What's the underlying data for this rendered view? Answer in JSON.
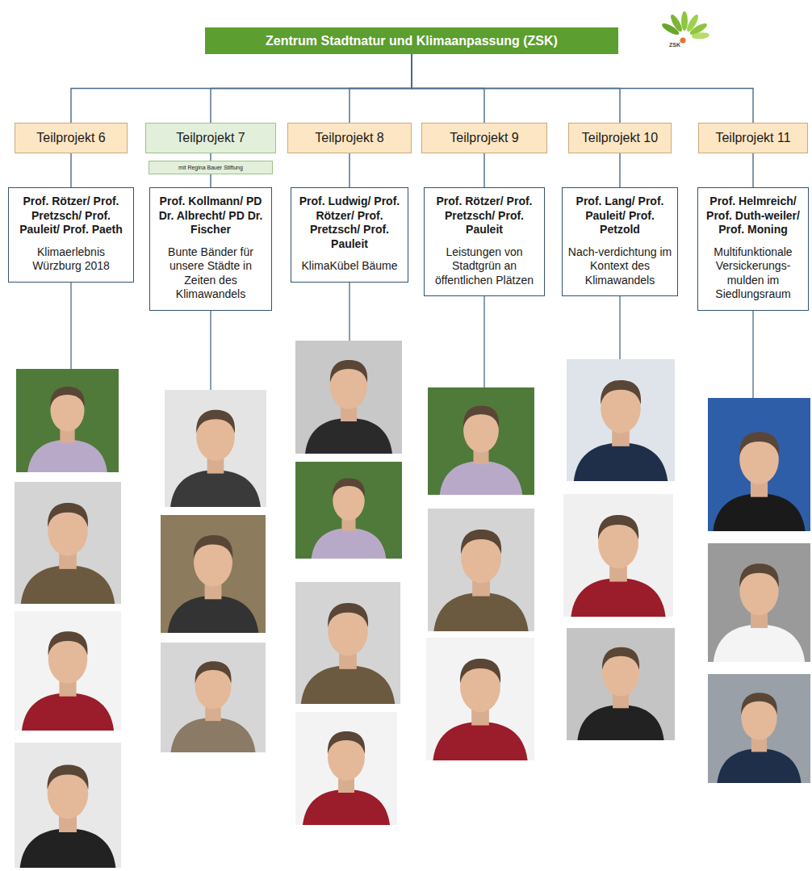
{
  "diagram": {
    "nodes": [
      {
        "text": [
          "Zentrum Stadtnatur und Klimaanpassung (ZSK)"
        ]
      },
      {
        "text": [
          "Teilprojekt 6"
        ]
      },
      {
        "text": [
          "Teilprojekt 7"
        ]
      },
      {
        "text": [
          "mit Regina Bauer Stiftung"
        ]
      },
      {
        "text": [
          "Teilprojekt 8"
        ]
      },
      {
        "text": [
          "Teilprojekt 9"
        ]
      },
      {
        "text": [
          "Teilprojekt 10"
        ]
      },
      {
        "text": [
          "Teilprojekt 11"
        ]
      },
      {
        "text": [
          "Prof. Rötzer/ Prof. Pretzsch/ Prof. Pauleit/ Prof. Paeth",
          "Klimaerlebnis Würzburg 2018"
        ]
      },
      {
        "text": [
          "Prof. Kollmann/ PD Dr. Albrecht/ PD Dr. Fischer",
          "Bunte Bänder für unsere Städte in Zeiten des Klimawandels"
        ]
      },
      {
        "text": [
          "Prof. Ludwig/ Prof. Rötzer/ Prof. Pretzsch/ Prof. Pauleit",
          "KlimaKübel Bäume"
        ]
      },
      {
        "text": [
          "Prof. Rötzer/ Prof. Pretzsch/ Prof. Pauleit",
          "Leistungen von Stadtgrün an öffentlichen Plätzen"
        ]
      },
      {
        "text": [
          "Prof. Lang/ Prof. Pauleit/ Prof. Petzold",
          "Nach-verdichtung im Kontext des Klimawandels"
        ]
      },
      {
        "text": [
          "Prof. Helmreich/ Prof. Duth-weiler/ Prof. Moning",
          "Multifunktionale Versickerungs-mulden im Siedlungsraum"
        ]
      }
    ],
    "edges": [
      {
        "from": 0,
        "to": 1,
        "arrow": "none"
      },
      {
        "from": 0,
        "to": 2,
        "arrow": "none"
      },
      {
        "from": 0,
        "to": 4,
        "arrow": "none"
      },
      {
        "from": 0,
        "to": 5,
        "arrow": "none"
      },
      {
        "from": 0,
        "to": 6,
        "arrow": "none"
      },
      {
        "from": 0,
        "to": 7,
        "arrow": "none"
      },
      {
        "from": 1,
        "to": 8,
        "arrow": "none"
      },
      {
        "from": 2,
        "to": 3,
        "arrow": "none"
      },
      {
        "from": 3,
        "to": 9,
        "arrow": "none"
      },
      {
        "from": 4,
        "to": 10,
        "arrow": "none"
      },
      {
        "from": 5,
        "to": 11,
        "arrow": "none"
      },
      {
        "from": 6,
        "to": 12,
        "arrow": "none"
      },
      {
        "from": 7,
        "to": 13,
        "arrow": "none"
      }
    ],
    "labels": [
      "ZSK"
    ]
  }
}
